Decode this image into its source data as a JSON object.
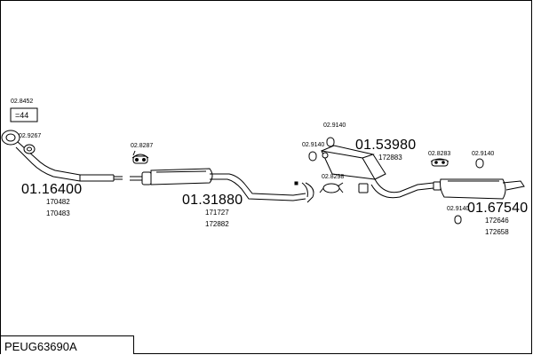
{
  "assembly_code": "PEUG63690A",
  "parts": {
    "front_pipe": {
      "number": "01.16400",
      "refs": [
        "170482",
        "170483"
      ]
    },
    "center_silencer": {
      "number": "01.31880",
      "refs": [
        "171727",
        "172882"
      ]
    },
    "middle_silencer": {
      "number": "01.53980",
      "refs": [
        "172883"
      ]
    },
    "rear_silencer": {
      "number": "01.67540",
      "refs": [
        "172646",
        "172658"
      ]
    }
  },
  "accessories": {
    "kit": "02.8452",
    "gasket_front": "02.9267",
    "mount_a": "02.8287",
    "ring_1": "02.9140",
    "ring_2": "02.9140",
    "clamp_1": "02.8298",
    "clamp_2": "02.8283",
    "ring_3": "02.9140",
    "ring_4": "02.9140"
  },
  "icons": {
    "kit_box": "fitting-kit-icon",
    "gasket": "gasket-icon",
    "rubber_mount": "rubber-mount-icon",
    "hanger_ring": "hanger-ring-icon",
    "clamp": "pipe-clamp-icon"
  },
  "colors": {
    "line": "#000000",
    "fill": "#ffffff"
  }
}
